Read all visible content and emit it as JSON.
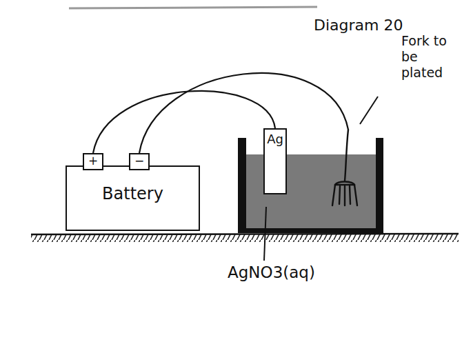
{
  "diagram": {
    "title": "Diagram 20",
    "nodes": [
      {
        "text": [
          "Battery"
        ]
      },
      {
        "text": [
          "+"
        ],
        "in": 0
      },
      {
        "text": [
          "−"
        ],
        "in": 0
      },
      {
        "text": [
          "Ag"
        ]
      }
    ],
    "edges": [
      {
        "from": 1,
        "to": 3,
        "arrow": "none"
      }
    ],
    "labels": [
      "Fork to be plated",
      "AgNO3(aq)"
    ]
  }
}
